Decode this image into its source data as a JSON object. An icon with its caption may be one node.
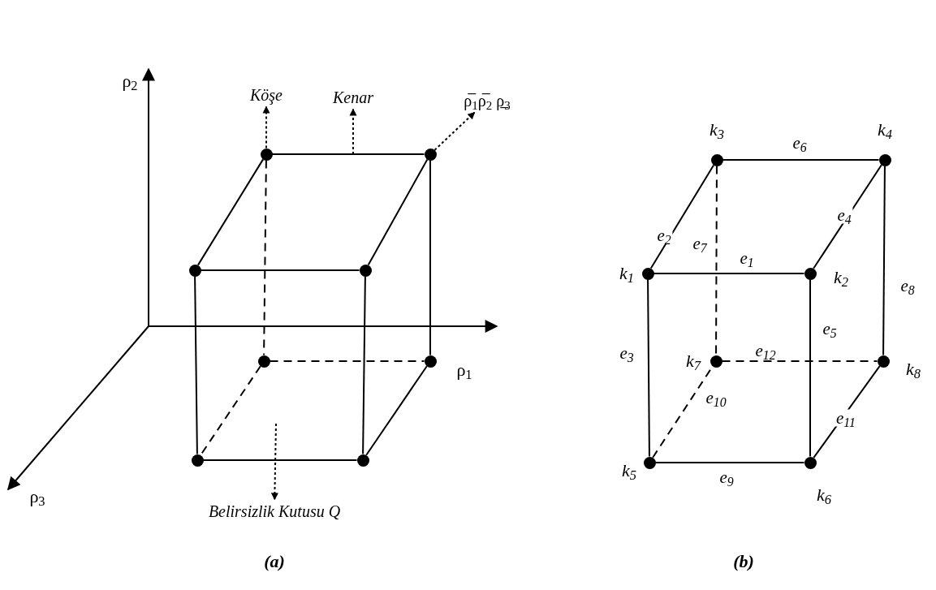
{
  "diagram": {
    "nodes": [
      {
        "text": [],
        "shape": "circle"
      },
      {
        "text": [],
        "shape": "circle"
      },
      {
        "text": [],
        "shape": "circle"
      },
      {
        "text": [],
        "shape": "circle"
      },
      {
        "text": [],
        "shape": "circle"
      },
      {
        "text": [],
        "shape": "circle"
      },
      {
        "text": [],
        "shape": "circle"
      },
      {
        "text": [],
        "shape": "circle"
      },
      {
        "text": [
          "Köşe"
        ]
      },
      {
        "text": [
          "Kenar"
        ]
      },
      {
        "text": [
          "ρ̅$_{1}$ρ̅$_{2}$ ρ̲$_{3}$"
        ]
      },
      {
        "text": [
          "Belirsizlik Kutusu Q"
        ]
      },
      {
        "text": [],
        "shape": "circle",
        "beside": [
          "k$_{1}$"
        ]
      },
      {
        "text": [],
        "shape": "circle",
        "beside": [
          "k$_{2}$"
        ]
      },
      {
        "text": [],
        "shape": "circle",
        "beside": [
          "k$_{3}$"
        ]
      },
      {
        "text": [],
        "shape": "circle",
        "beside": [
          "k$_{4}$"
        ]
      },
      {
        "text": [],
        "shape": "circle",
        "beside": [
          "k$_{5}$"
        ]
      },
      {
        "text": [],
        "shape": "circle",
        "beside": [
          "k$_{6}$"
        ]
      },
      {
        "text": [],
        "shape": "circle",
        "beside": [
          "k$_{7}$"
        ]
      },
      {
        "text": [],
        "shape": "circle",
        "beside": [
          "k$_{8}$"
        ]
      }
    ],
    "edges": [
      {
        "from": 0,
        "to": 1,
        "arrow": "none"
      },
      {
        "from": 0,
        "to": 2,
        "arrow": "none"
      },
      {
        "from": 1,
        "to": 3,
        "arrow": "none"
      },
      {
        "from": 2,
        "to": 3,
        "arrow": "none"
      },
      {
        "from": 2,
        "to": 6,
        "arrow": "none"
      },
      {
        "from": 3,
        "to": 7,
        "arrow": "none"
      },
      {
        "from": 6,
        "to": 7,
        "arrow": "none"
      },
      {
        "from": 1,
        "to": 5,
        "arrow": "none"
      },
      {
        "from": 5,
        "to": 7,
        "arrow": "none"
      },
      {
        "from": 0,
        "to": 4,
        "arrow": "none",
        "style": "dashed"
      },
      {
        "from": 4,
        "to": 5,
        "arrow": "none",
        "style": "dashed"
      },
      {
        "from": 4,
        "to": 6,
        "arrow": "none",
        "style": "dashed"
      },
      {
        "from": 0,
        "to": 8,
        "arrow": "to",
        "style": "dashed"
      },
      {
        "from": null,
        "to": 9,
        "arrow": "to",
        "style": "dashed"
      },
      {
        "from": 1,
        "to": 10,
        "arrow": "to",
        "style": "dashed"
      },
      {
        "from": null,
        "to": 11,
        "arrow": "to",
        "style": "dashed"
      },
      {
        "from": 12,
        "to": 13,
        "arrow": "none",
        "label": "e$_{1}$"
      },
      {
        "from": 12,
        "to": 14,
        "arrow": "none",
        "label": "e$_{2}$"
      },
      {
        "from": 12,
        "to": 16,
        "arrow": "none",
        "label": "e$_{3}$"
      },
      {
        "from": 13,
        "to": 15,
        "arrow": "none",
        "label": "e$_{4}$"
      },
      {
        "from": 13,
        "to": 17,
        "arrow": "none",
        "label": "e$_{5}$"
      },
      {
        "from": 14,
        "to": 15,
        "arrow": "none",
        "label": "e$_{6}$"
      },
      {
        "from": 14,
        "to": 18,
        "arrow": "none",
        "label": "e$_{7}$",
        "style": "dashed"
      },
      {
        "from": 15,
        "to": 19,
        "arrow": "none",
        "label": "e$_{8}$"
      },
      {
        "from": 16,
        "to": 17,
        "arrow": "none",
        "label": "e$_{9}$"
      },
      {
        "from": 16,
        "to": 18,
        "arrow": "none",
        "label": "e$_{10}$",
        "style": "dashed"
      },
      {
        "from": 17,
        "to": 19,
        "arrow": "none",
        "label": "e$_{11}$"
      },
      {
        "from": 18,
        "to": 19,
        "arrow": "none",
        "label": "e$_{12}$",
        "style": "dashed"
      }
    ],
    "labels": [
      "ρ$_{2}$",
      "ρ$_{1}$",
      "ρ$_{3}$",
      "(a)",
      "(b)"
    ]
  }
}
